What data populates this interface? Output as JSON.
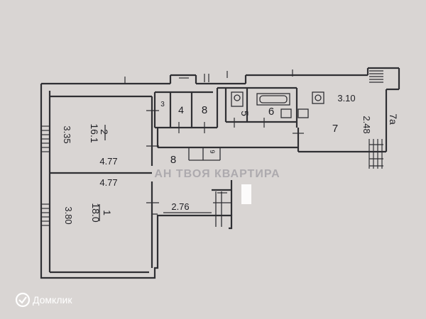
{
  "rooms": {
    "room1": {
      "number": "1",
      "area": "18.0"
    },
    "room2": {
      "number": "2",
      "area": "16.1"
    },
    "room3": {
      "number": "3"
    },
    "room4": {
      "number": "4"
    },
    "room5": {
      "number": "5"
    },
    "room6": {
      "number": "6"
    },
    "room7": {
      "number": "7"
    },
    "room7a": {
      "number": "7a"
    },
    "room8_upper": {
      "number": "8"
    },
    "room8_hall": {
      "number": "8"
    },
    "room9": {
      "number": "9"
    }
  },
  "dimensions": {
    "room2_height": "3.35",
    "room2_width": "4.77",
    "room1_width": "4.77",
    "room1_height": "3.80",
    "hall_width": "2.76",
    "kitchen_width": "3.10",
    "kitchen_height": "2.48"
  },
  "watermark": "АН ТВОЯ КВАРТИРА",
  "brand": {
    "name": "Домклик"
  },
  "colors": {
    "paper": "#d9d5d3",
    "ink": "#2f2f33",
    "brand": "#ffffff"
  }
}
